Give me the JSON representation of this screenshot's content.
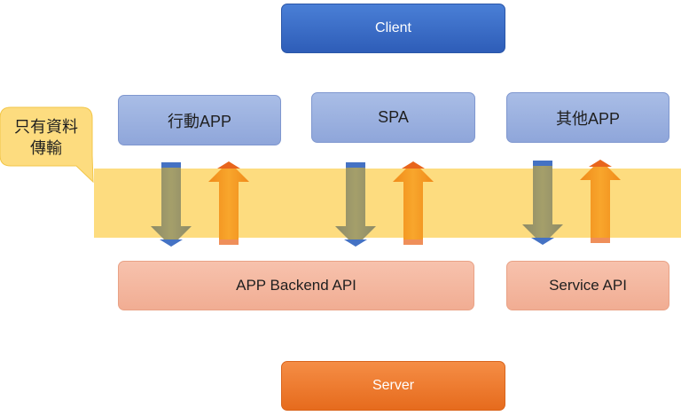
{
  "nodes": {
    "client": "Client",
    "server": "Server"
  },
  "clients": [
    {
      "label": "行動APP"
    },
    {
      "label": "SPA"
    },
    {
      "label": "其他APP"
    }
  ],
  "apis": [
    {
      "label": "APP Backend API"
    },
    {
      "label": "Service API"
    }
  ],
  "callout": {
    "line1": "只有資料",
    "line2": "傳輸"
  },
  "colors": {
    "band": "#fddc7f",
    "down_arrow": "#9a9464",
    "up_arrow": "#f59a23",
    "down_cap": "#4472c4",
    "up_cap": "#e8651c"
  }
}
